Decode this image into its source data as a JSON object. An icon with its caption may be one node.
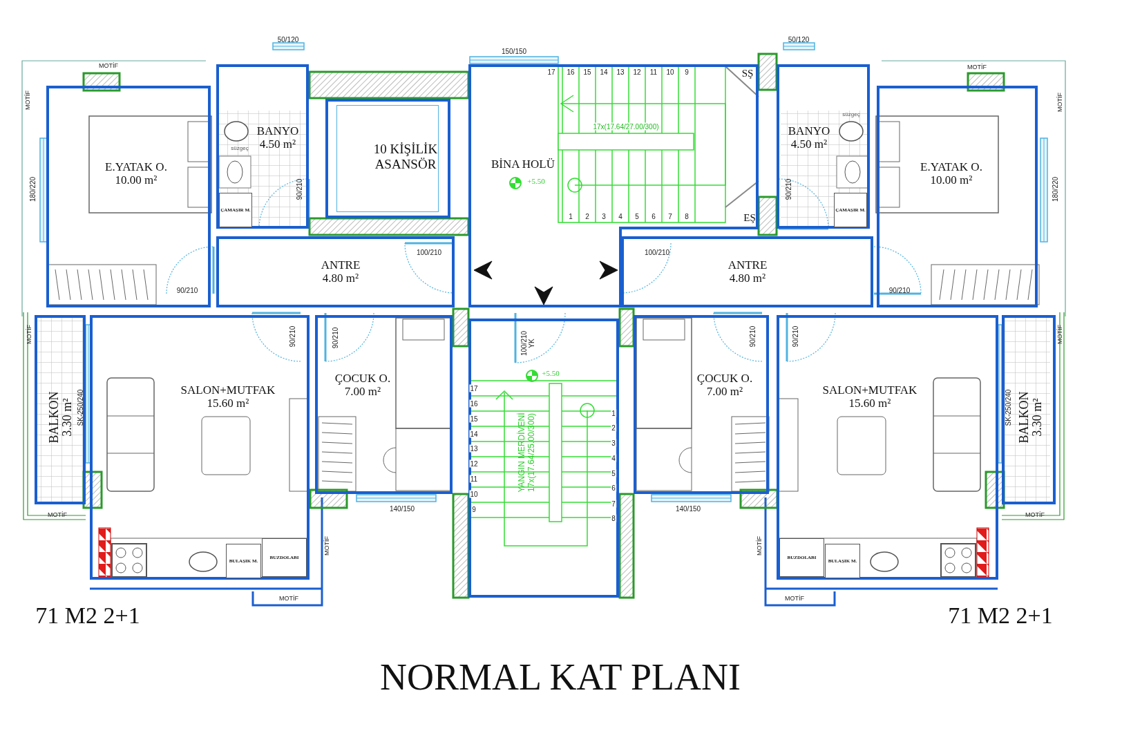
{
  "diagram": {
    "title": "NORMAL KAT PLANI",
    "nodes": [
      {
        "text": [
          "E.YATAK O.",
          "10.00 m²"
        ]
      },
      {
        "text": [
          "BANYO",
          "4.50 m²"
        ]
      },
      {
        "text": [
          "ÇAMAŞIR M."
        ],
        "in": 1
      },
      {
        "text": [
          "10 KİŞİLİK ASANSÖR"
        ]
      },
      {
        "text": [
          "BİNA HOLÜ"
        ]
      },
      {
        "text": [
          "BANYO",
          "4.50 m²"
        ]
      },
      {
        "text": [
          "ÇAMAŞIR M."
        ],
        "in": 5
      },
      {
        "text": [
          "E.YATAK O.",
          "10.00 m²"
        ]
      },
      {
        "text": [
          "ANTRE",
          "4.80 m²"
        ]
      },
      {
        "text": [
          "ANTRE",
          "4.80 m²"
        ]
      },
      {
        "text": [
          "BALKON",
          "3.30 m²"
        ]
      },
      {
        "text": [
          "SALON+MUTFAK",
          "15.60 m²"
        ]
      },
      {
        "text": [
          "BULAŞIK M."
        ],
        "in": 11
      },
      {
        "text": [
          "BUZDOLABI"
        ],
        "in": 11
      },
      {
        "text": [
          "ÇOCUK O.",
          "7.00 m²"
        ]
      },
      {
        "text": [
          "YANGIN MERDİVENİ",
          "17x(17.64/25.00/300)"
        ]
      },
      {
        "text": [
          "ÇOCUK O.",
          "7.00 m²"
        ]
      },
      {
        "text": [
          "SALON+MUTFAK",
          "15.60 m²"
        ]
      },
      {
        "text": [
          "BUZDOLABI"
        ],
        "in": 17
      },
      {
        "text": [
          "BULAŞIK M."
        ],
        "in": 17
      },
      {
        "text": [
          "BALKON",
          "3.30 m²"
        ]
      }
    ],
    "labels": [
      "50/120",
      "150/150",
      "50/120",
      "MOTİF",
      "17",
      "16",
      "15",
      "14",
      "13",
      "12",
      "11",
      "10",
      "9",
      "SŞ",
      "MOTİF",
      "MOTİF",
      "MOTİF",
      "süzgeç",
      "17x(17.64/27.00/300)",
      "süzgeç",
      "180/220",
      "90/210",
      "+5.50",
      "90/210",
      "180/220",
      "1",
      "2",
      "3",
      "4",
      "5",
      "6",
      "7",
      "8",
      "EŞ",
      "100/210",
      "100/210",
      "90/210",
      "90/210",
      "MOTİF",
      "90/210",
      "90/210",
      "100/210 YK",
      "90/210",
      "90/210",
      "MOTİF",
      "+5.50",
      "17",
      "16",
      "15",
      "14",
      "13",
      "12",
      "11",
      "10",
      "9",
      "1",
      "2",
      "3",
      "4",
      "5",
      "6",
      "7",
      "8",
      "SK-250/240",
      "SK-250/240",
      "MOTİF",
      "140/150",
      "140/150",
      "MOTİF",
      "MOTİF",
      "MOTİF",
      "MOTİF",
      "MOTİF",
      "71 M2 2+1",
      "71 M2 2+1"
    ]
  }
}
